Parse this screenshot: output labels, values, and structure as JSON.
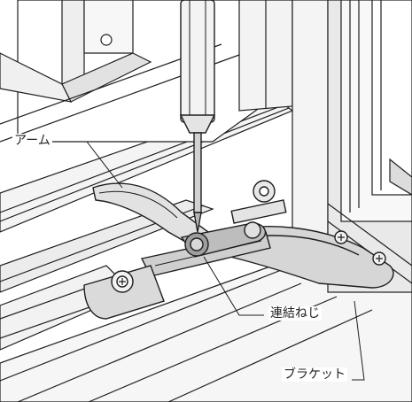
{
  "labels": {
    "arm": "アーム",
    "connecting_screw": "連結ねじ",
    "bracket": "ブラケット"
  },
  "icons": {
    "screwdriver": "screwdriver-icon",
    "screw": "screw-icon"
  },
  "colors": {
    "line": "#1e1e1e",
    "metal_light": "#f2f2f2",
    "metal_mid": "#d6d6d6",
    "metal_dark": "#a8a8a8",
    "frame": "#e6e6e6",
    "background": "#ffffff"
  }
}
